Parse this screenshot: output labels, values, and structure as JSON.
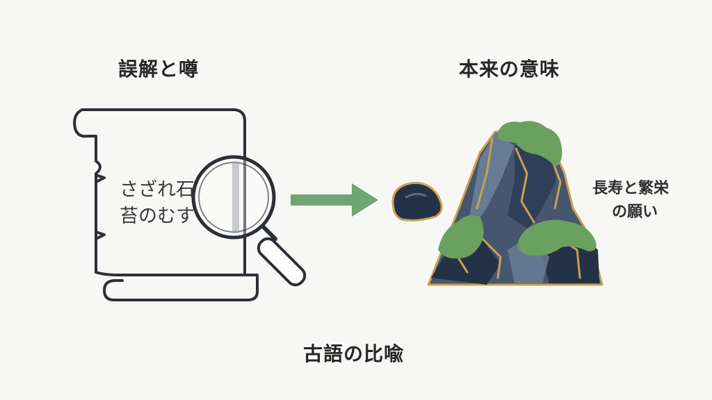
{
  "labels": {
    "misconception": "誤解と噂",
    "true_meaning": "本来の意味",
    "ancient_metaphor": "古語の比喩"
  },
  "scroll": {
    "line1": "さざれ石",
    "line2": "苔のむす"
  },
  "mountain": {
    "caption_line1": "長寿と繁栄",
    "caption_line2": "の願い"
  },
  "colors": {
    "outline": "#2b2f36",
    "arrow": "#6fa56f",
    "rock_dark": "#243248",
    "rock_mid": "#46566f",
    "rock_light": "#6b7f98",
    "moss": "#6aa15f",
    "gold_edge": "#c9a24f"
  }
}
